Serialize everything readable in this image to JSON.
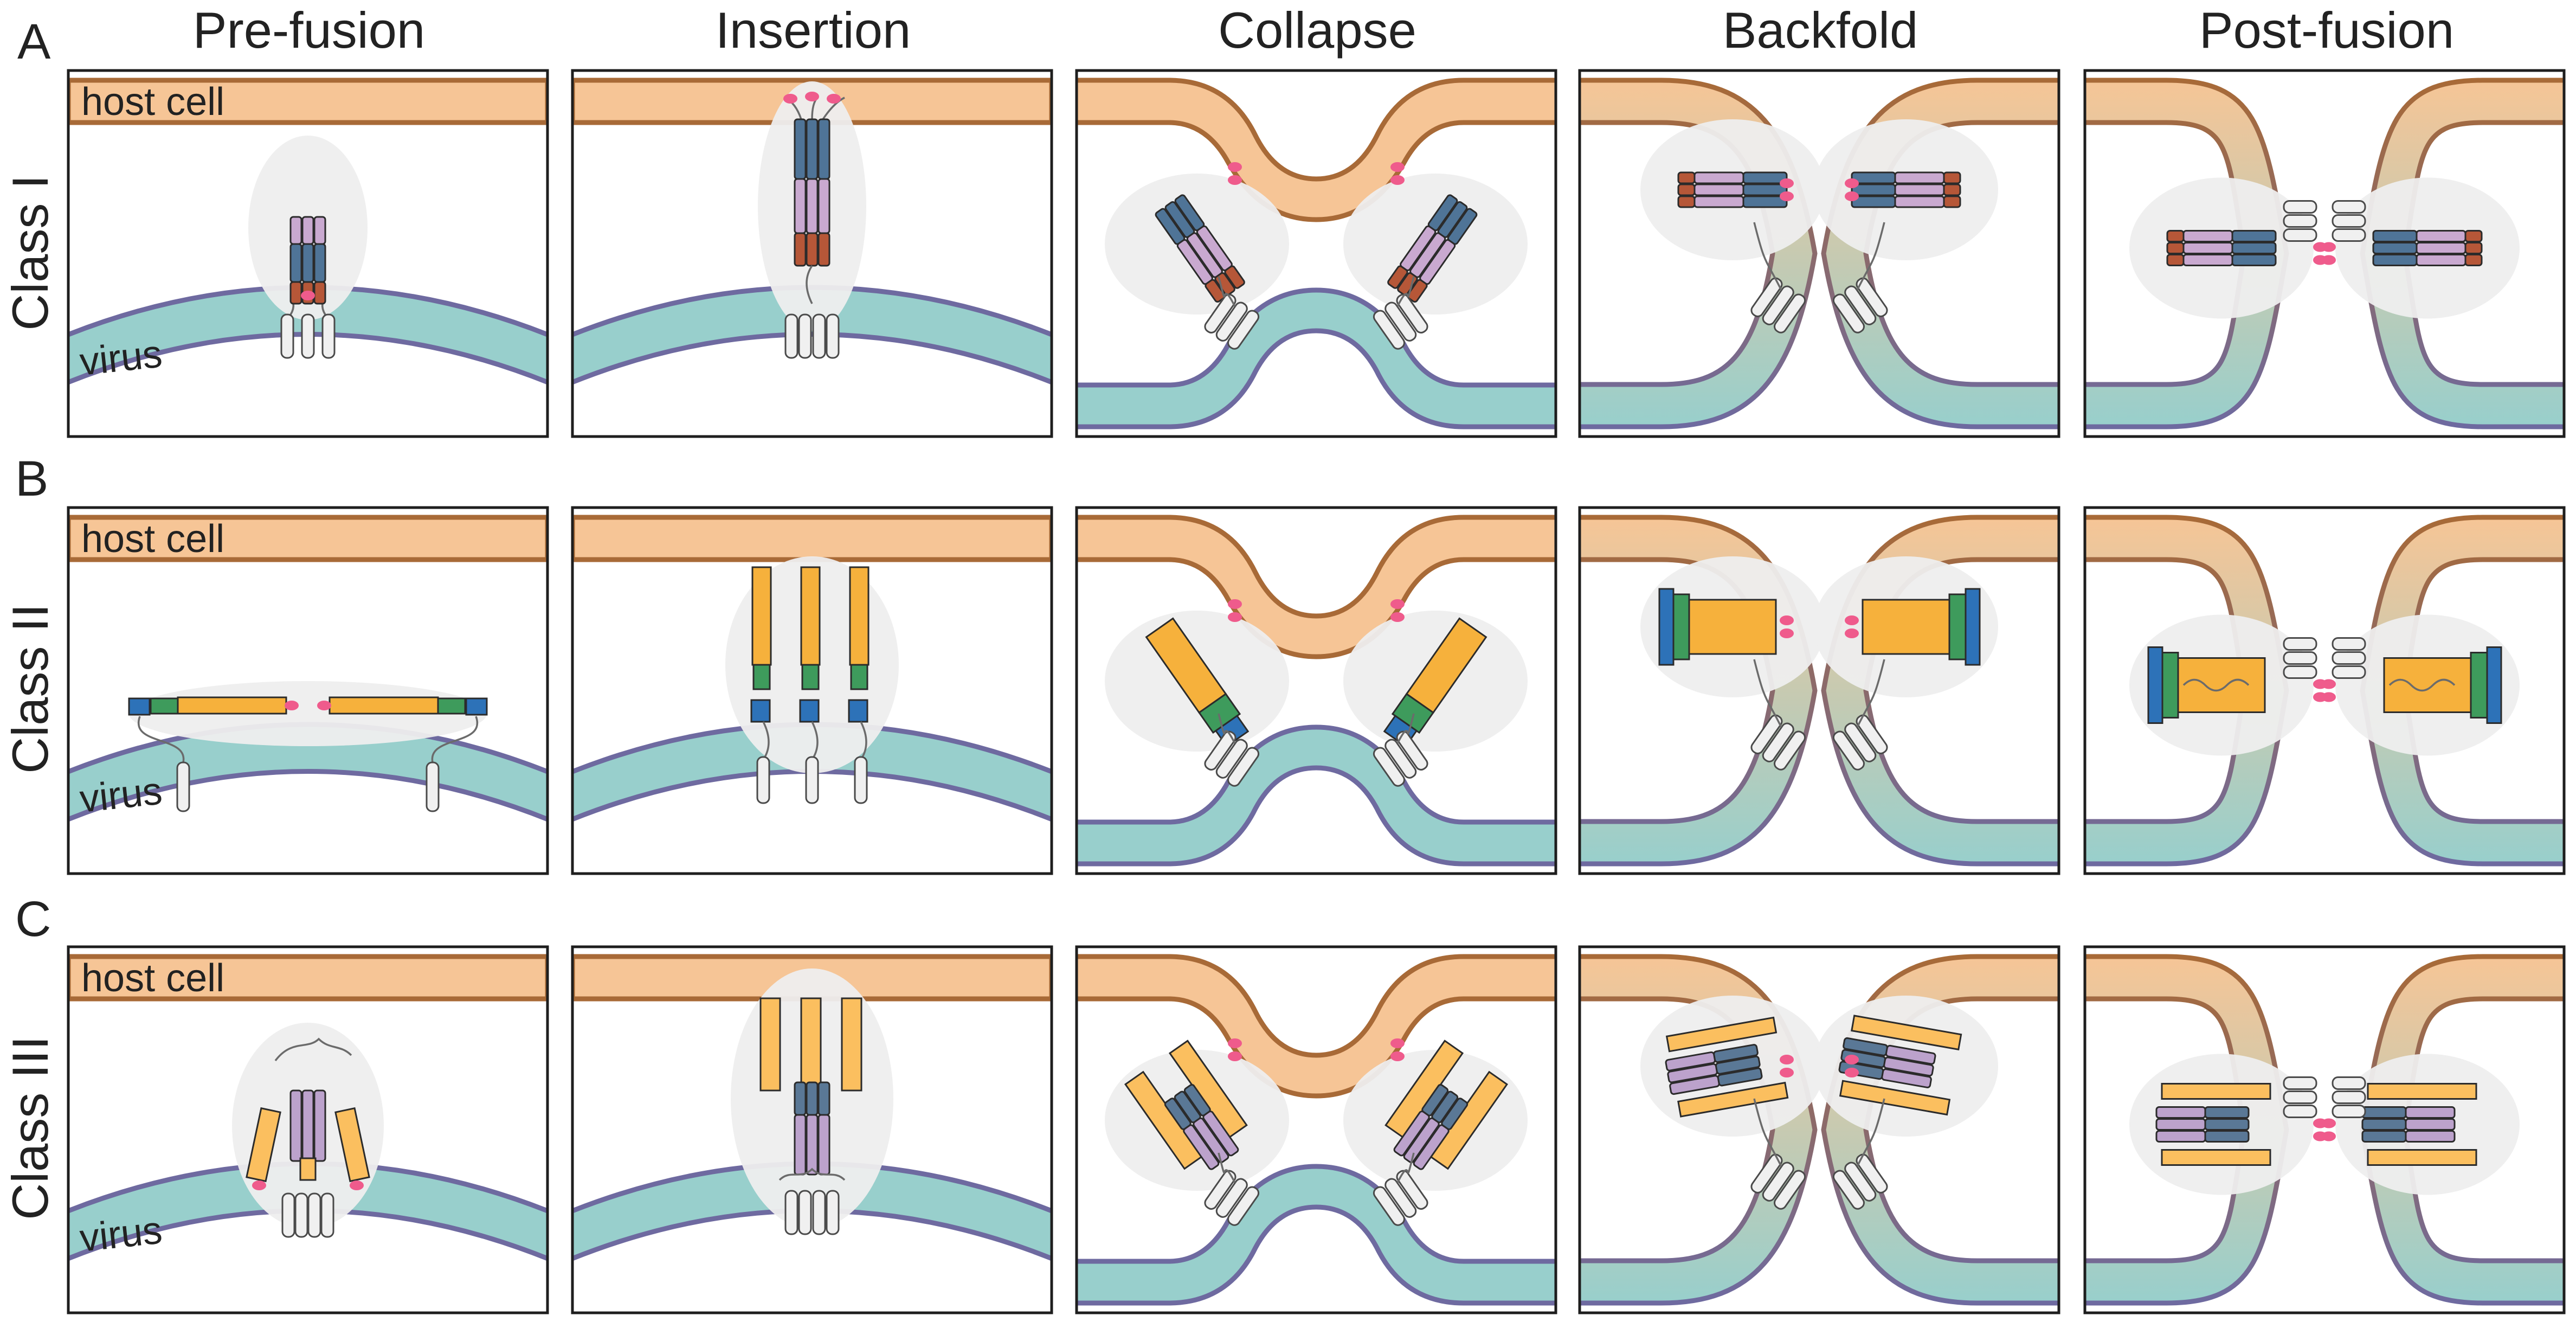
{
  "columns": [
    "Pre-fusion",
    "Insertion",
    "Collapse",
    "Backfold",
    "Post-fusion"
  ],
  "rows": [
    {
      "letter": "A",
      "class_label": "Class I",
      "protein": "class1"
    },
    {
      "letter": "B",
      "class_label": "Class II",
      "protein": "class2"
    },
    {
      "letter": "C",
      "class_label": "Class III",
      "protein": "class3"
    }
  ],
  "membrane_labels": {
    "host": "host cell",
    "virus": "virus"
  },
  "colors": {
    "host_membrane_fill": "#f6c596",
    "host_membrane_edge": "#a86a37",
    "virus_membrane_fill": "#98cfcc",
    "virus_membrane_edge": "#6e6aa0",
    "blob": "#eeeeee",
    "tm_helix": "#f0f0f0",
    "fusion_loop": "#ef5b8c",
    "class1_steel": "#4f7497",
    "class1_lilac": "#c9a9d0",
    "class1_rust": "#b65738",
    "class2_gold": "#f6b13c",
    "class2_green": "#3e9b5c",
    "class2_blue": "#2d72b8",
    "class3_gold": "#fbbf5f",
    "class3_lilac": "#bca2cc",
    "class3_steel": "#5a7896"
  }
}
